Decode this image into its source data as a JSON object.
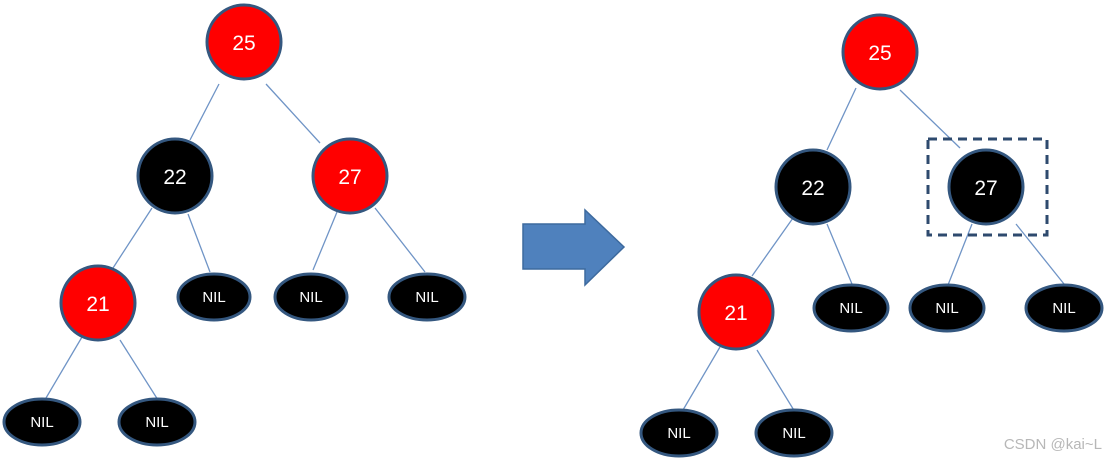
{
  "colors": {
    "red": "#ff0000",
    "black": "#000000",
    "outline": "#34577f",
    "edge": "#6f94c6",
    "arrow": "#4f81bd",
    "highlight": "#2e4a6e"
  },
  "before": {
    "nodes": {
      "n25": {
        "label": "25",
        "color": "red"
      },
      "n22": {
        "label": "22",
        "color": "black"
      },
      "n27": {
        "label": "27",
        "color": "red"
      },
      "n21": {
        "label": "21",
        "color": "red"
      },
      "nil_a": {
        "label": "NIL",
        "color": "black"
      },
      "nil_b": {
        "label": "NIL",
        "color": "black"
      },
      "nil_c": {
        "label": "NIL",
        "color": "black"
      },
      "nil_d": {
        "label": "NIL",
        "color": "black"
      },
      "nil_e": {
        "label": "NIL",
        "color": "black"
      }
    }
  },
  "after": {
    "nodes": {
      "n25": {
        "label": "25",
        "color": "red"
      },
      "n22": {
        "label": "22",
        "color": "black"
      },
      "n27": {
        "label": "27",
        "color": "black",
        "highlighted": true
      },
      "n21": {
        "label": "21",
        "color": "red"
      },
      "nil_a": {
        "label": "NIL",
        "color": "black"
      },
      "nil_b": {
        "label": "NIL",
        "color": "black"
      },
      "nil_c": {
        "label": "NIL",
        "color": "black"
      },
      "nil_d": {
        "label": "NIL",
        "color": "black"
      },
      "nil_e": {
        "label": "NIL",
        "color": "black"
      }
    }
  },
  "watermark": "CSDN @kai~L"
}
